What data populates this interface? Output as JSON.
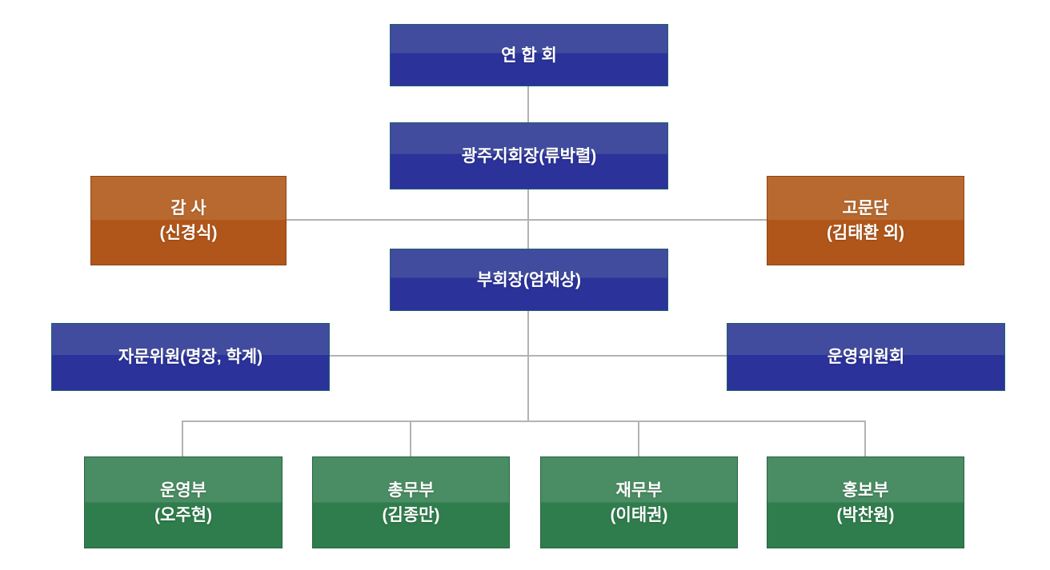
{
  "org_chart": {
    "colors": {
      "blue_top": "#414c9e",
      "blue_bottom": "#2b339b",
      "orange_top": "#b8692f",
      "orange_bottom": "#b1561a",
      "green_top": "#4a8c63",
      "green_bottom": "#2f7d4c",
      "connector": "#b3b3b3"
    },
    "nodes": {
      "federation": {
        "line1": "연 합 회"
      },
      "chapter_head": {
        "line1": "광주지회장(류박렬)"
      },
      "auditor": {
        "line1": "감 사",
        "line2": "(신경식)"
      },
      "advisory_board": {
        "line1": "고문단",
        "line2": "(김태환 외)"
      },
      "vice_chairman": {
        "line1": "부회장(엄재상)"
      },
      "advisory_members": {
        "line1": "자문위원(명장, 학계)"
      },
      "steering_committee": {
        "line1": "운영위원회"
      },
      "dept_operations": {
        "line1": "운영부",
        "line2": "(오주현)"
      },
      "dept_general_affairs": {
        "line1": "총무부",
        "line2": "(김종만)"
      },
      "dept_finance": {
        "line1": "재무부",
        "line2": "(이태권)"
      },
      "dept_public_relations": {
        "line1": "홍보부",
        "line2": "(박찬원)"
      }
    }
  }
}
